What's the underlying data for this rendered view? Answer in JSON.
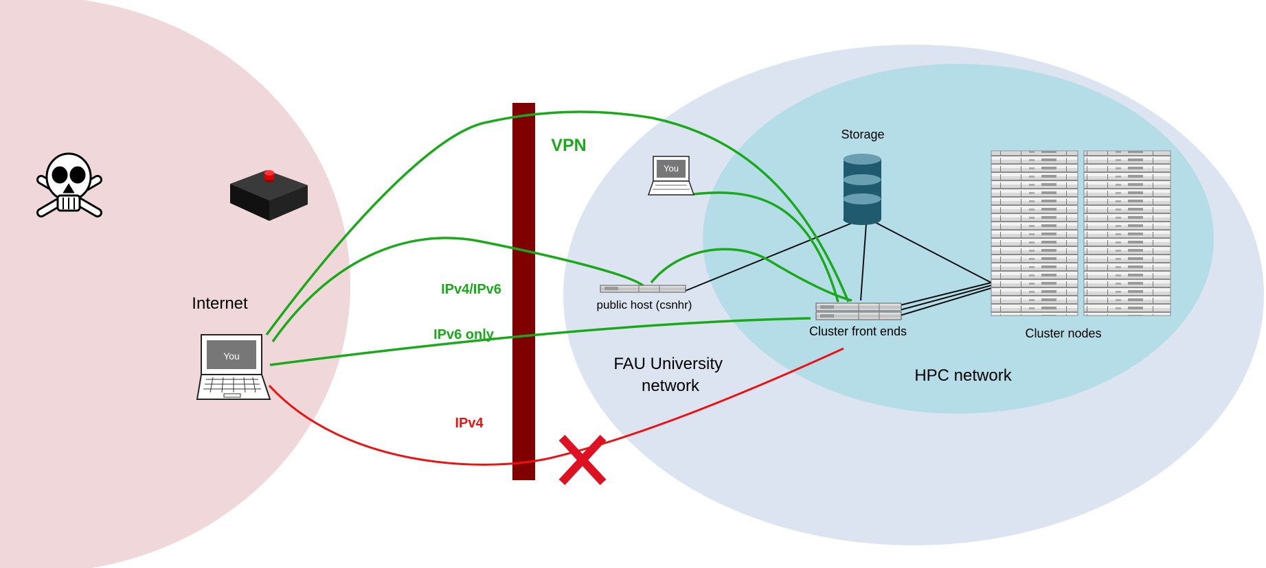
{
  "colors": {
    "internet_zone": "#f0d7d9",
    "university_zone": "#dbe4f0",
    "hpc_zone": "#b5dde7",
    "firewall": "#800000",
    "allowed": "#19aa19",
    "blocked": "#ee1111",
    "cross": "#dd1122",
    "storage": "#1f5a6e",
    "wire": "#111111"
  },
  "zones": {
    "internet": "Internet",
    "university": "FAU University network",
    "hpc": "HPC network"
  },
  "nodes": {
    "you_laptop": "You",
    "vpn_laptop": "You",
    "public_host": "public host (csnhr)",
    "front_ends": "Cluster front ends",
    "storage": "Storage",
    "cluster_nodes": "Cluster nodes"
  },
  "connections": {
    "vpn": "VPN",
    "ipv4_ipv6": "IPv4/IPv6",
    "ipv6_only": "IPv6 only",
    "ipv4": "IPv4"
  },
  "icons": {
    "threat": "skull-and-crossbones-icon",
    "hacker_box": "black-box-with-red-button-icon",
    "blocked": "x-mark-icon"
  }
}
